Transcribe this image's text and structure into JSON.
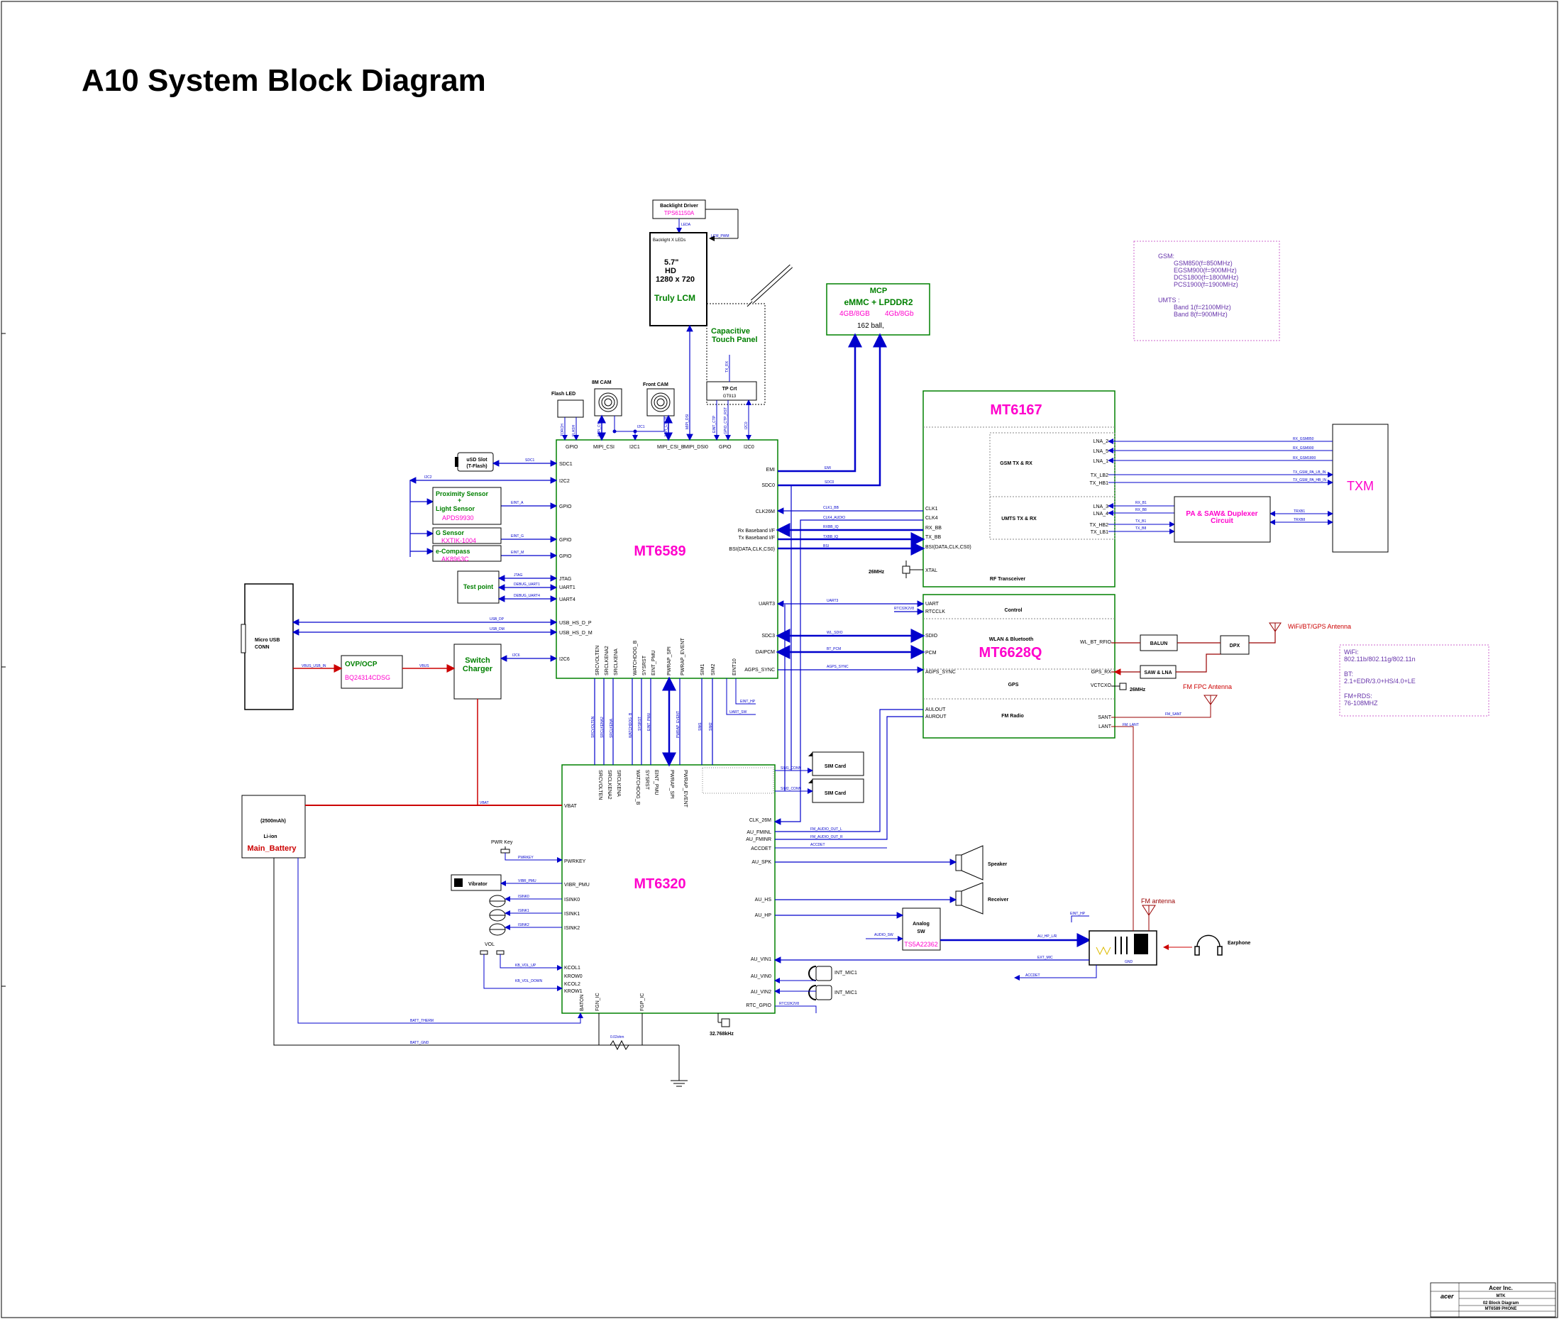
{
  "title": "A10 System Block Diagram",
  "colors": {
    "blue": "#0000cc",
    "red": "#cc0000",
    "green": "#008000",
    "magenta": "#ff00cc",
    "purple": "#6633aa"
  },
  "chips": {
    "mt6589": "MT6589",
    "mt6320": "MT6320",
    "mt6167": "MT6167",
    "mt6628": "MT6628Q",
    "txm": "TXM"
  },
  "backlight": {
    "title": "Backlight Driver",
    "part": "TPS61150A",
    "leds": "Backlight X LEDs",
    "leda": "LEDA",
    "pwm": "LCM_PWM"
  },
  "lcm": {
    "size": "5.7\"",
    "res1": "HD",
    "res2": "1280 x 720",
    "name": "Truly LCM"
  },
  "touch": {
    "label1": "Capacitive",
    "label2": "Touch Panel",
    "ctrl": "TP Crt",
    "ctrl_part": "GT913"
  },
  "mcp": {
    "title": "MCP",
    "mem": "eMMC + LPDDR2",
    "size1": "4GB/8GB",
    "size2": "4Gb/8Gb",
    "ball": "162 ball,"
  },
  "bands": {
    "gsm_title": "GSM:",
    "gsm": [
      "GSM850(f=850MHz)",
      "EGSM900(f=900MHz)",
      "DCS1800(f=1800MHz)",
      "PCS1900(f=1900MHz)"
    ],
    "umts_title": "UMTS :",
    "umts": [
      "Band 1(f=2100MHz)",
      "Band 8(f=900MHz)"
    ]
  },
  "wifi_info": {
    "lines": [
      "WiFi:",
      "802.11b/802.11g/802.11n",
      "",
      "BT:",
      "2.1+EDR/3.0+HS/4.0+LE",
      "",
      "FM+RDS:",
      "76-108MHZ"
    ]
  },
  "cams": {
    "flash": "Flash LED",
    "main": "8M CAM",
    "front": "Front CAM"
  },
  "left": {
    "usd": "uSD Slot",
    "usd2": "(T-Flash)",
    "prox1": "Proximity Sensor",
    "prox2": "+",
    "prox3": "Light Sensor",
    "prox_part": "APDS9930",
    "gsensor": "G Sensor",
    "gsensor_part": "KXTIK-1004",
    "ecompass": "e-Compass",
    "ecompass_part": "AK8963C",
    "testpoint": "Test point",
    "usb1": "Micro USB",
    "usb2": "CONN",
    "ovp": "OVP/OCP",
    "ovp_part": "BQ24314CDSG",
    "charger1": "Switch",
    "charger2": "Charger",
    "batt_cap": "(2500mAh)",
    "batt_type": "Li-ion",
    "batt_name": "Main_Battery",
    "vibrator": "Vibrator",
    "pwrkey": "PWR Key",
    "vol": "VOL"
  },
  "mt6589_pins_left": [
    "SDC1",
    "I2C2",
    "GPIO",
    "GPIO",
    "GPIO",
    "JTAG",
    "UART1",
    "UART4",
    "USB_HS_D_P",
    "USB_HS_D_M",
    "I2C6"
  ],
  "mt6589_pins_top": [
    "GPIO",
    "MIPI_CSI",
    "I2C1",
    "MIPI_CSI_B",
    "MIPI_DSI0",
    "GPIO",
    "I2C0"
  ],
  "mt6589_pins_right": [
    "EMI",
    "SDC0",
    "CLK26M",
    "Rx Baseband I/F",
    "Tx Baseband I/F",
    "BSI(DATA,CLK,CS0)",
    "UART3",
    "SDC3",
    "DAIPCM",
    "AGPS_SYNC"
  ],
  "mt6589_pins_bottom": [
    "SRCVOLTEN",
    "SRCLKENA2",
    "SRCLKENA",
    "WATCHDOG_B",
    "SYSRST",
    "EINT_PMU",
    "PWRAP_SPI",
    "PWRAP_EVENT",
    "SIM1",
    "SIM2",
    "EINT10"
  ],
  "mt6320_pins_left": [
    "VBAT",
    "PWRKEY",
    "VIBR_PMU",
    "ISINK0",
    "ISINK1",
    "ISINK2",
    "KCOL1",
    "KROW0",
    "KCOL2",
    "KROW1"
  ],
  "mt6320_pins_right": [
    "CLK_26M",
    "AU_FMINL",
    "AU_FMINR",
    "ACCDET",
    "AU_SPK",
    "AU_HS",
    "AU_HP",
    "AU_VIN1",
    "AU_VIN0",
    "AU_VIN2",
    "RTC_GPIO"
  ],
  "mt6320_pins_bottom": [
    "BATON",
    "FGN_IC",
    "FGP_IC"
  ],
  "mt6167": {
    "gsm": "GSM TX & RX",
    "umts": "UMTS TX & RX",
    "rf": "RF Transceiver",
    "xtal": "XTAL",
    "crystal": "26MHz",
    "left_pins": [
      "CLK1",
      "CLK4",
      "RX_BB",
      "TX_BB",
      "BSI(DATA,CLK,CS0)"
    ],
    "right_pins": [
      "LNA_2",
      "LNA_5",
      "LNA_1",
      "TX_LB2",
      "TX_HB1",
      "LNA_3",
      "LNA_4",
      "TX_HB2",
      "TX_LB1"
    ]
  },
  "pa": {
    "line1": "PA & SAW& Duplexer",
    "line2": "Circuit"
  },
  "mt6628": {
    "control": "Control",
    "wlan": "WLAN & Bluetooth",
    "gps": "GPS",
    "fm": "FM Radio",
    "left_pins": [
      "UART",
      "RTCCLK",
      "SDIO",
      "PCM",
      "AGPS_SYNC",
      "AULOUT",
      "AUROUT"
    ],
    "right_pins": [
      "WL_BT_RFIO",
      "GPS_RX",
      "VCTCXO",
      "SANT",
      "LANT"
    ],
    "crystal": "26MHz"
  },
  "rf_parts": {
    "balun": "BALUN",
    "dpx": "DPX",
    "saw": "SAW & LNA",
    "wifi_ant": "WiFi/BT/GPS Antenna",
    "fm_fpc": "FM FPC Antenna",
    "fm_ant": "FM antenna"
  },
  "sim": {
    "sim1": "SIM Card",
    "sim2": "SIM Card"
  },
  "audio": {
    "speaker": "Speaker",
    "receiver": "Receiver",
    "analog1": "Analog",
    "analog2": "SW",
    "analog_part": "TS5A22362",
    "earphone": "Earphone",
    "mic1": "INT_MIC1",
    "mic2": "INT_MIC1",
    "rtc": "32.768kHz"
  },
  "usb_sigs": [
    "USB_DP",
    "USB_DM"
  ],
  "signals": {
    "sdc1": "SDC1",
    "i2c2": "I2C2",
    "eint_a": "EINT_A",
    "eint_g": "EINT_G",
    "eint_m": "EINT_M",
    "jtag": "JTAG",
    "dbg1": "DEBUG_UART1",
    "dbg4": "DEBUG_UART4",
    "vbus_usb": "VBUS_USB_IN",
    "vbus": "VBUS",
    "vbat": "VBAT",
    "emi": "EMI",
    "sdc0": "SDC0",
    "clk1": "CLK1_BB",
    "clk4": "CLK4_AUDIO",
    "rxbb": "RXBB_IQ",
    "txbb": "TXBB_IQ",
    "bsi": "BSI",
    "uart3": "UART3",
    "rtc32k": "RTC32K2V8",
    "wlsdio": "WL_SDIO",
    "btpcm": "BT_PCM",
    "agps": "AGPS_SYNC",
    "eint_hp": "EINT_HP",
    "uart_sw": "UART_SW",
    "sim1": "SIM1_CONN",
    "sim2": "SIM2_CONN",
    "fmoutl": "FM_AUDIO_OUT_L",
    "fmoutr": "FM_AUDIO_OUT_R",
    "accdet": "ACCDET",
    "pwrkey": "PWRKEY",
    "vibr": "VIBR_PMU",
    "isink0": "ISINK0",
    "isink1": "ISINK1",
    "isink2": "ISINK2",
    "kbup": "KB_VOL_UP",
    "kbdn": "KB_VOL_DOWN",
    "batt_therm": "BATT_THERM",
    "batt_gnd": "BATT_GND",
    "shunt": "0.02ohm",
    "audio_sw": "AUDIO_SW",
    "au_hp": "AU_HP_L/R",
    "ext_mic": "EXT_MIC",
    "accdet2": "ACCDET",
    "eint_hp2": "EINT_HP",
    "fm_sant": "FM_SANT",
    "fm_lant": "FM_LANT",
    "rtc2": "RTC32K2V8"
  },
  "titleblock": {
    "company": "Acer Inc.",
    "logo": "acer",
    "dept": "MTK",
    "sheet": "02 Block Diagram",
    "proj": "MT6589 PHONE"
  }
}
